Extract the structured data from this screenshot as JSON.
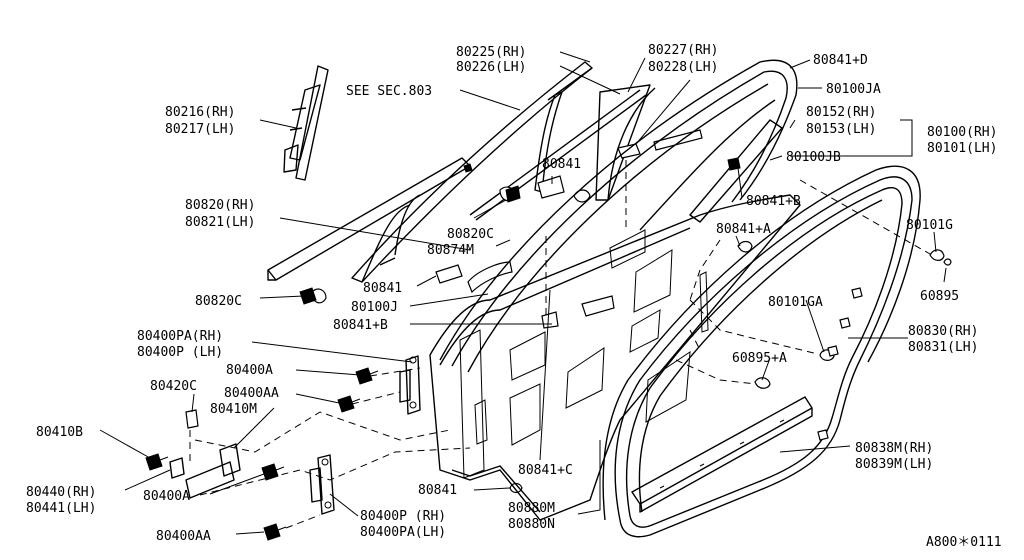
{
  "title_ref": "A800＊0111",
  "labels": {
    "l80225": "80225(RH)",
    "l80226": "80226(LH)",
    "l80227": "80227(RH)",
    "l80228": "80228(LH)",
    "l80841d": "80841+D",
    "l80100ja": "80100JA",
    "seesec": "SEE SEC.803",
    "l80216": "80216(RH)",
    "l80217": "80217(LH)",
    "l80152": "80152(RH)",
    "l80153": "80153(LH)",
    "l80100rh": "80100(RH)",
    "l80101lh": "80101(LH)",
    "l80100jb": "80100JB",
    "l80841a": "80841",
    "l80841b1": "80841+B",
    "l80820rh": "80820(RH)",
    "l80821lh": "80821(LH)",
    "l80820c1": "80820C",
    "l80874m": "80874M",
    "l80841plusa": "80841+A",
    "l80101g": "80101G",
    "l80841c": "80841",
    "l60895": "60895",
    "l80820c2": "80820C",
    "l80100j": "80100J",
    "l80841b2": "80841+B",
    "l80101ga": "80101GA",
    "l80830": "80830(RH)",
    "l80831": "80831(LH)",
    "l80400pa": "80400PA(RH)",
    "l80400p": "80400P (LH)",
    "l60895a": "60895+A",
    "l80400a1": "80400A",
    "l80420c": "80420C",
    "l80400aa1": "80400AA",
    "l80410m": "80410M",
    "l80410b": "80410B",
    "l80838m": "80838M(RH)",
    "l80839m": "80839M(LH)",
    "l80841plusc": "80841+C",
    "l80440": "80440(RH)",
    "l80441": "80441(LH)",
    "l80400a2": "80400A",
    "l80841e": "80841",
    "l80400prh": "80400P (RH)",
    "l80400palh": "80400PA(LH)",
    "l80880m": "80880M",
    "l80880n": "80880N",
    "l80400aa2": "80400AA"
  }
}
